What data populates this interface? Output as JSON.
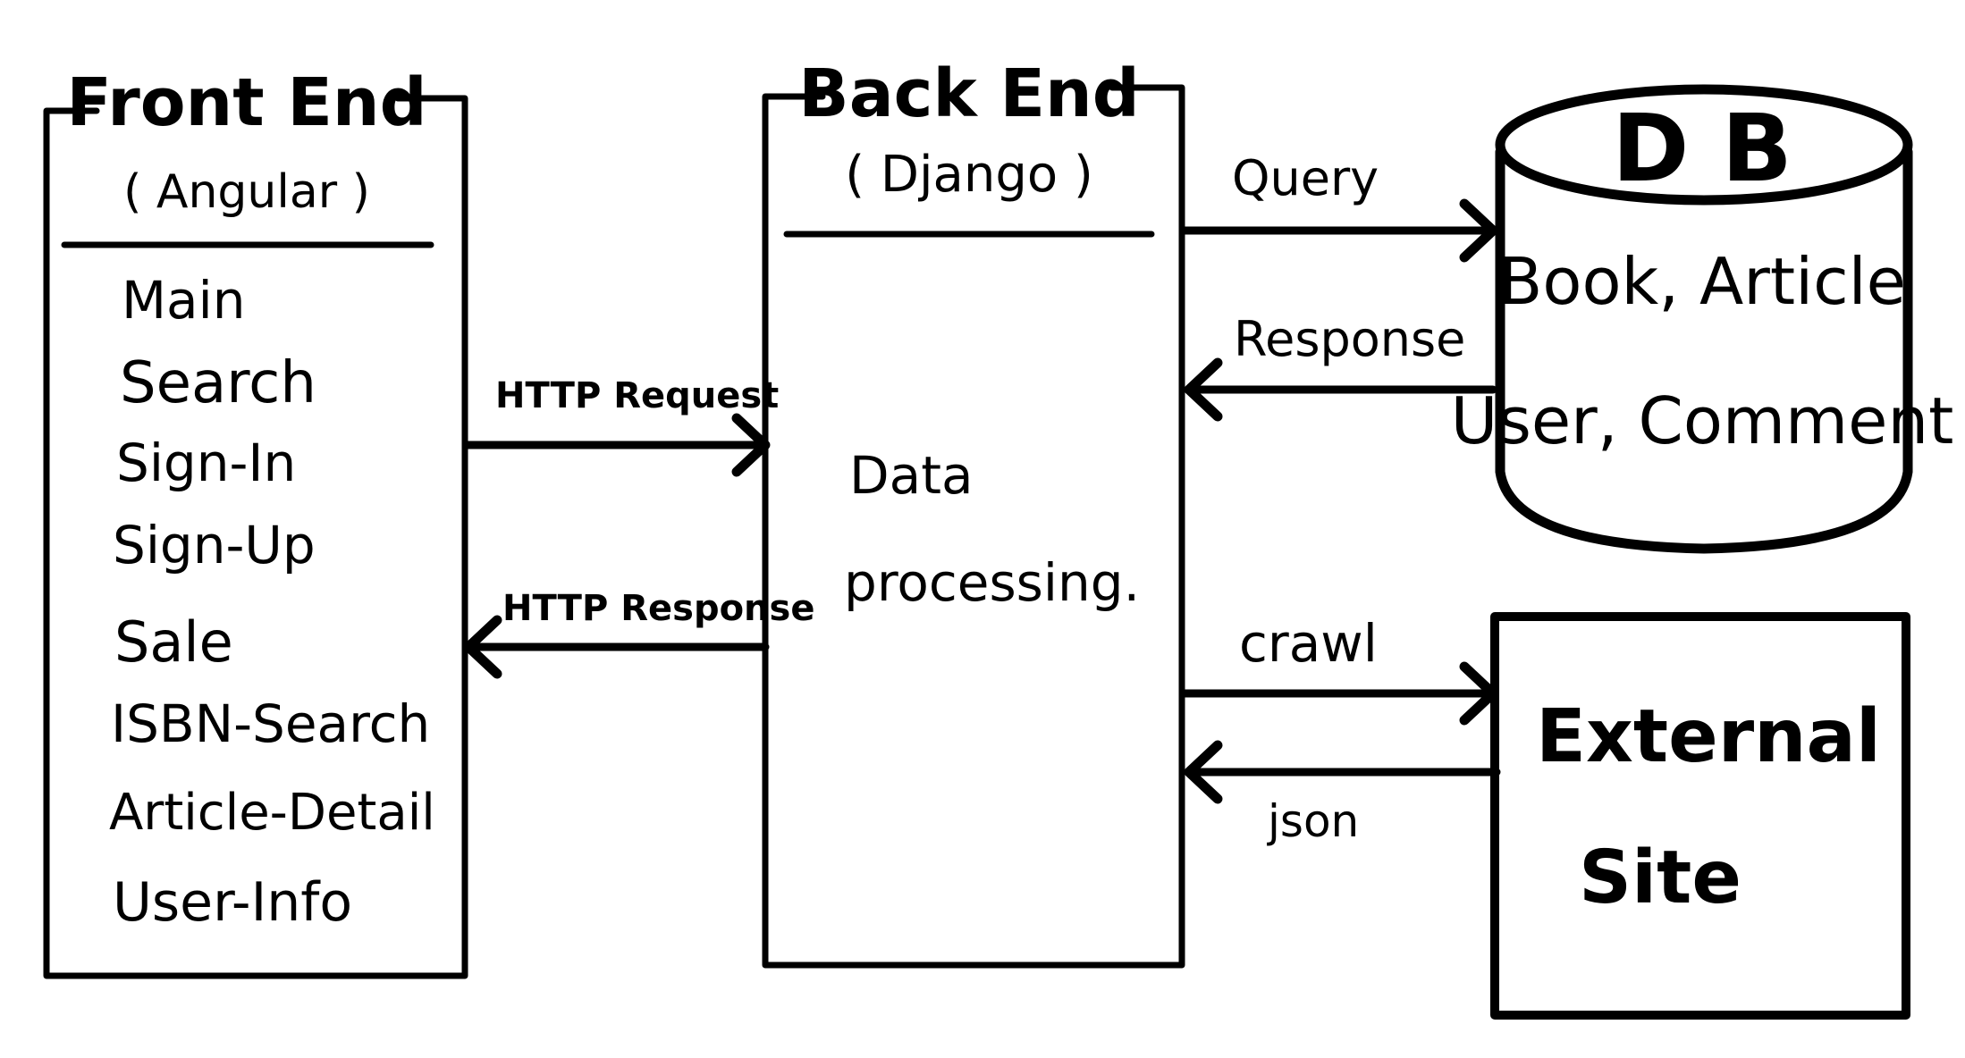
{
  "frontend": {
    "title": "Front End",
    "subtitle": "( Angular )",
    "items": [
      "Main",
      "Search",
      "Sign-In",
      "Sign-Up",
      "Sale",
      "ISBN-Search",
      "Article-Detail",
      "User-Info"
    ]
  },
  "backend": {
    "title": "Back End",
    "subtitle": "( Django )",
    "body_line1": "Data",
    "body_line2": "processing."
  },
  "db": {
    "title": "D B",
    "line1": "Book, Article",
    "line2": "User, Comment"
  },
  "external": {
    "line1": "External",
    "line2": "Site"
  },
  "arrows": {
    "http_request": "HTTP Request",
    "http_response": "HTTP Response",
    "query": "Query",
    "response": "Response",
    "crawl": "crawl",
    "json": "json"
  }
}
